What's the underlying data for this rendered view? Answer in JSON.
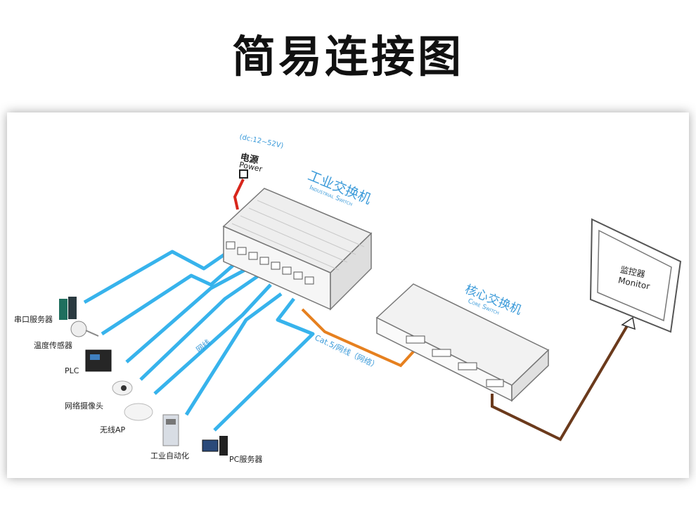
{
  "title": "简易连接图",
  "power": {
    "voltage": "(dc:12~52V)",
    "label_cn": "电源",
    "label_en": "Power"
  },
  "industrial_switch": {
    "label_cn": "工业交换机",
    "label_en": "Industrial Switch"
  },
  "core_switch": {
    "label_cn": "核心交换机",
    "label_en": "Core Switch"
  },
  "monitor": {
    "label_cn": "监控器",
    "label_en": "Monitor"
  },
  "cable_labels": {
    "network": "网线",
    "cat5": "Cat.5/网线（网络）"
  },
  "devices": [
    {
      "name": "串口服务器"
    },
    {
      "name": "温度传感器"
    },
    {
      "name": "PLC"
    },
    {
      "name": "网络摄像头"
    },
    {
      "name": "无线AP"
    },
    {
      "name": "工业自动化"
    },
    {
      "name": "PC服务器"
    }
  ],
  "colors": {
    "network_cable": "#37b3ec",
    "uplink_cable": "#e6801f",
    "monitor_cable": "#6b3a1c",
    "power_cable": "#d8261c",
    "accent_text": "#3a9ad9"
  }
}
